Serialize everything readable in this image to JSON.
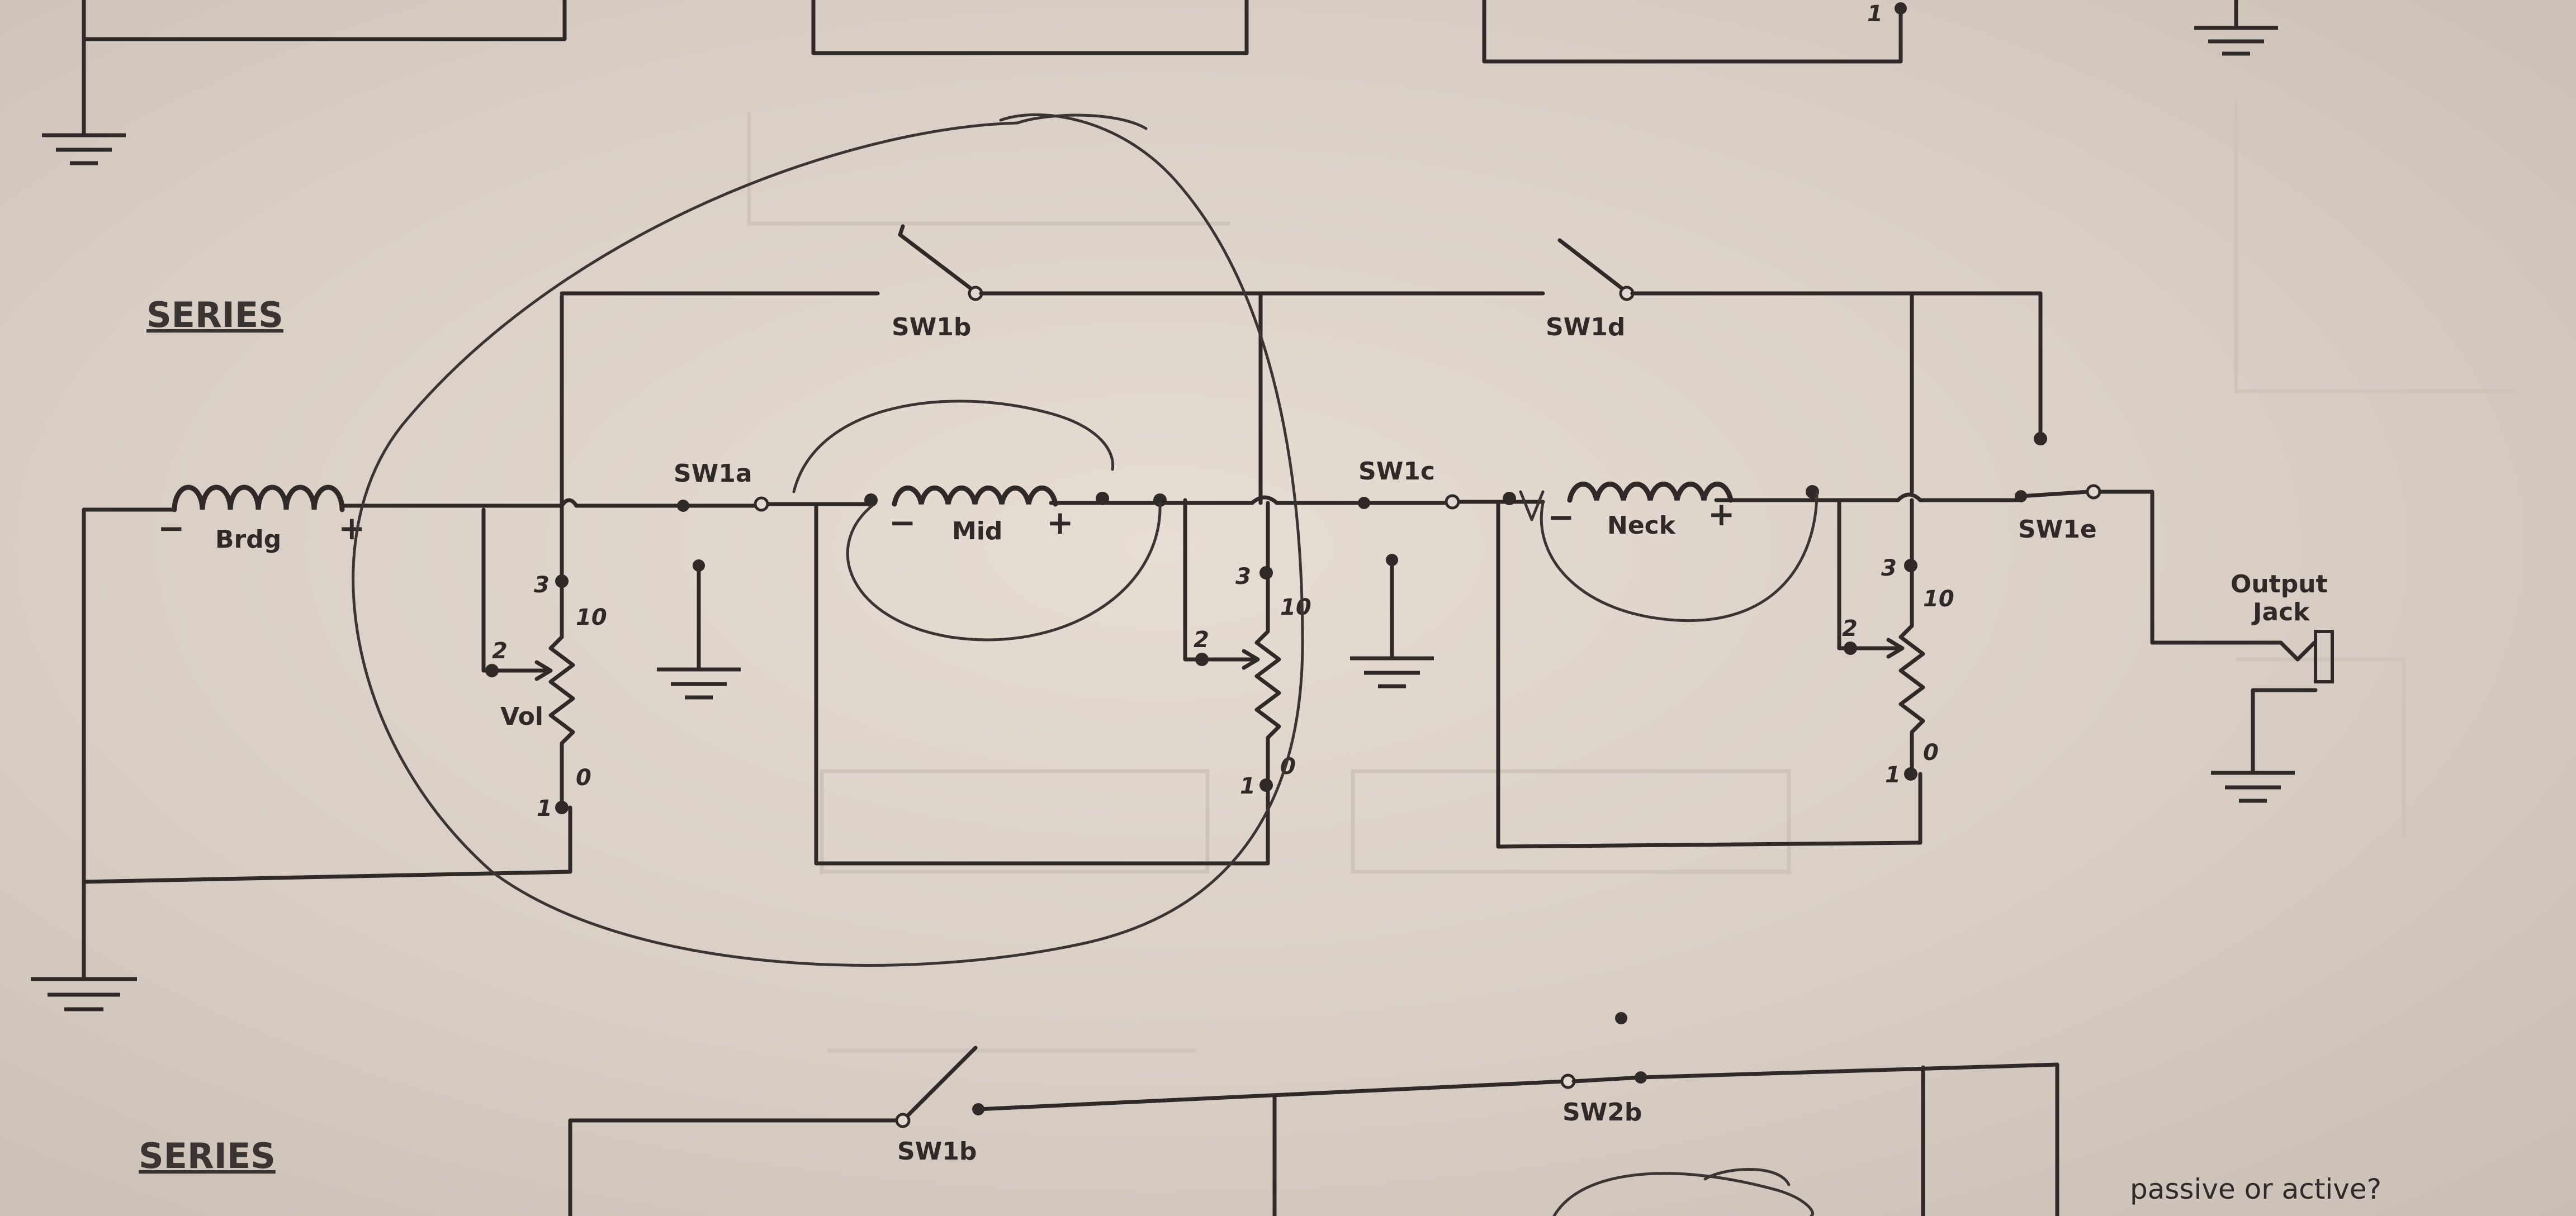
{
  "top_section": {
    "heading": "SERIES",
    "pickups": [
      {
        "label": "Brdg",
        "minus": "−",
        "plus": "+"
      },
      {
        "label": "Mid",
        "minus": "−",
        "plus": "+"
      },
      {
        "label": "Neck",
        "minus": "−",
        "plus": "+"
      }
    ],
    "switches": [
      "SW1a",
      "SW1b",
      "SW1c",
      "SW1d",
      "SW1e"
    ],
    "pot_label": "Vol",
    "pot_pins": {
      "pin1": "1",
      "pin2": "2",
      "pin3": "3",
      "top": "10",
      "bottom": "0"
    },
    "output": {
      "line1": "Output",
      "line2": "Jack"
    }
  },
  "bottom_section": {
    "heading": "SERIES",
    "switches": [
      "SW1b",
      "SW2b"
    ],
    "note": "passive or active?"
  },
  "top_fragment_pin": "1"
}
